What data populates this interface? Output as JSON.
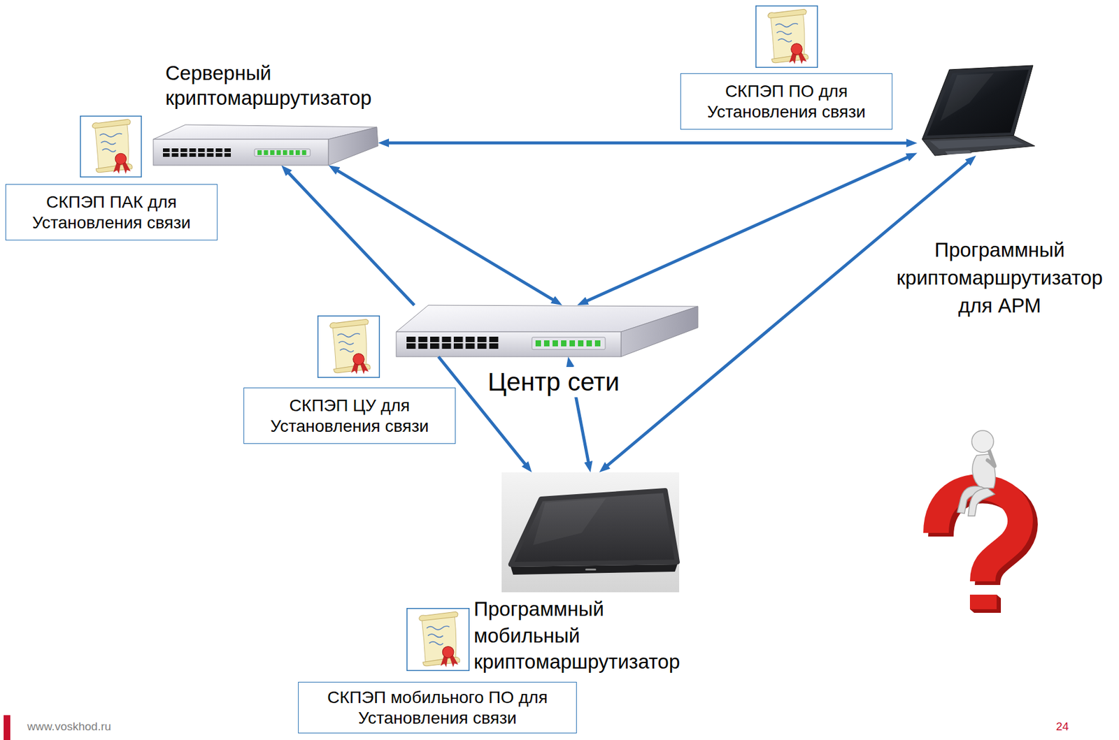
{
  "diagram": {
    "nodes": [
      {
        "text": [
          "Серверный криптомаршрутизатор"
        ]
      },
      {
        "text": [
          "СКПЭП ПАК для Установления связи"
        ]
      },
      {
        "text": [
          "СКПЭП ПО для Установления связи"
        ]
      },
      {
        "text": [
          "Программный криптомаршрутизатор для АРМ"
        ]
      },
      {
        "text": [
          "Центр сети"
        ]
      },
      {
        "text": [
          "СКПЭП ЦУ для Установления связи"
        ]
      },
      {
        "text": [
          "Программный мобильный криптомаршрутизатор"
        ]
      },
      {
        "text": [
          "СКПЭП мобильного ПО для Установления связи"
        ]
      }
    ],
    "edges": [
      {
        "from": 0,
        "to": 3,
        "arrow": "both"
      },
      {
        "from": 0,
        "to": 4,
        "arrow": "both"
      },
      {
        "from": 4,
        "to": 0,
        "arrow": "to"
      },
      {
        "from": 4,
        "to": 3,
        "arrow": "both"
      },
      {
        "from": 4,
        "to": 6,
        "arrow": "to"
      },
      {
        "from": 4,
        "to": 6,
        "arrow": "both"
      },
      {
        "from": 6,
        "to": 3,
        "arrow": "both"
      }
    ],
    "labels": [
      "www.voskhod.ru",
      "24"
    ]
  }
}
